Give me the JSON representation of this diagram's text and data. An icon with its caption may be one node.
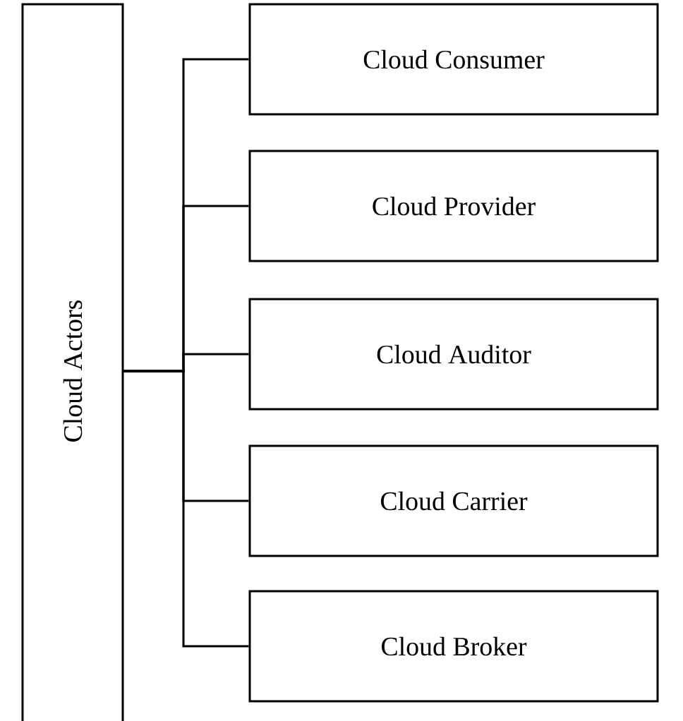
{
  "diagram": {
    "nodes": [
      {
        "text": [
          "Cloud Actors"
        ]
      },
      {
        "text": [
          "Cloud Consumer"
        ]
      },
      {
        "text": [
          "Cloud Provider"
        ]
      },
      {
        "text": [
          "Cloud Auditor"
        ]
      },
      {
        "text": [
          "Cloud Carrier"
        ]
      },
      {
        "text": [
          "Cloud Broker"
        ]
      }
    ],
    "edges": [
      {
        "from": 0,
        "to": 1,
        "arrow": "none"
      },
      {
        "from": 0,
        "to": 2,
        "arrow": "none"
      },
      {
        "from": 0,
        "to": 3,
        "arrow": "none"
      },
      {
        "from": 0,
        "to": 4,
        "arrow": "none"
      },
      {
        "from": 0,
        "to": 5,
        "arrow": "none"
      }
    ]
  }
}
